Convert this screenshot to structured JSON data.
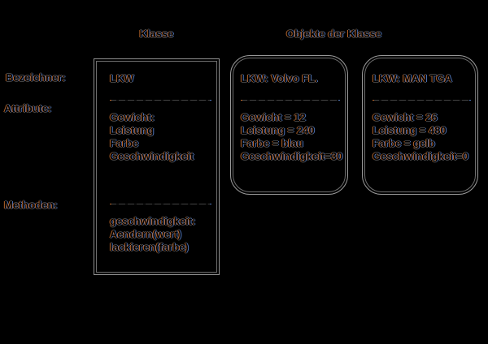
{
  "titles": {
    "klasse": "Klasse",
    "objekte": "Objekte der Klasse"
  },
  "side_labels": {
    "bezeichner": "Bezeichner:",
    "attribute": "Attribute:",
    "methoden": "Methoden:"
  },
  "class_box": {
    "name": "LKW",
    "attributes": [
      "Gewicht:",
      "Leistung",
      "Farbe",
      "Geschwindigkeit"
    ],
    "methods": [
      "geschwindigkeit:",
      "Aendern(wert)",
      "lackieren(farbe)"
    ]
  },
  "objects": [
    {
      "header": "LKW: Volvo FL.",
      "attributes": [
        "Gewicht = 12",
        "Leistung = 240",
        "Farbe = blau",
        "Geschwindigkeit=30"
      ]
    },
    {
      "header": "LKW: MAN TGA",
      "attributes": [
        "Gewicht = 26",
        "Leistung = 480",
        "Farbe = gelb",
        "Geschwindigkeit=0"
      ]
    }
  ],
  "colors": {
    "background": "#000000",
    "fringe_left": "#c76e2e",
    "fringe_right": "#547dc8",
    "line_grey": "#909090"
  }
}
